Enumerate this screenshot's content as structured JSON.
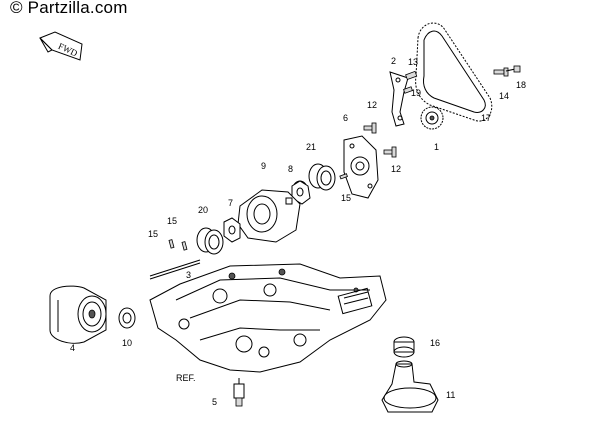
{
  "watermark": "© Partzilla.com",
  "fwd_label": "FWD",
  "ref_label": "REF.",
  "callouts": {
    "c1": "1",
    "c2": "2",
    "c3": "3",
    "c4": "4",
    "c5": "5",
    "c6": "6",
    "c7": "7",
    "c8": "8",
    "c9": "9",
    "c10": "10",
    "c11": "11",
    "c12a": "12",
    "c12b": "12",
    "c13": "13",
    "c14": "14",
    "c15a": "15",
    "c15b": "15",
    "c15c": "15",
    "c16": "16",
    "c17": "17",
    "c18": "18",
    "c19": "19",
    "c20": "20",
    "c21": "21"
  }
}
